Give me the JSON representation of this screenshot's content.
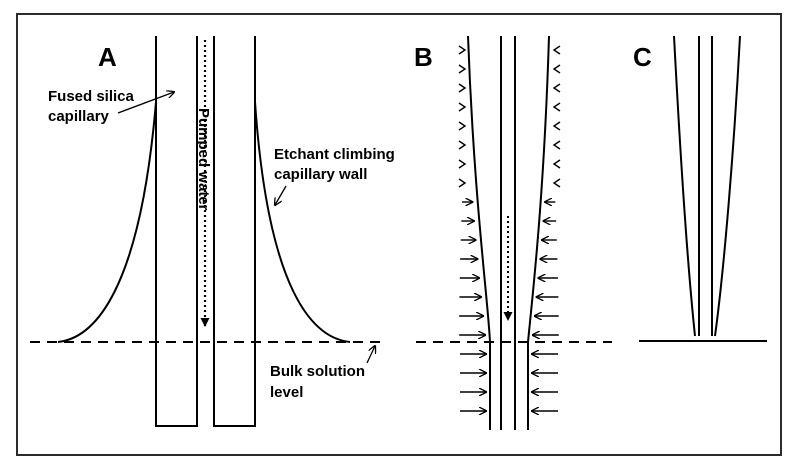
{
  "panels": {
    "a": {
      "label": "A",
      "annotations": {
        "fused_silica_line1": "Fused silica",
        "fused_silica_line2": "capillary",
        "etchant_line1": "Etchant climbing",
        "etchant_line2": "capillary wall",
        "bulk_line1": "Bulk solution",
        "bulk_line2": "level",
        "pumped_water": "Pumped water"
      }
    },
    "b": {
      "label": "B"
    },
    "c": {
      "label": "C"
    }
  },
  "colors": {
    "ink": "#000000",
    "frame": "#2b2b2b",
    "background": "#ffffff"
  }
}
